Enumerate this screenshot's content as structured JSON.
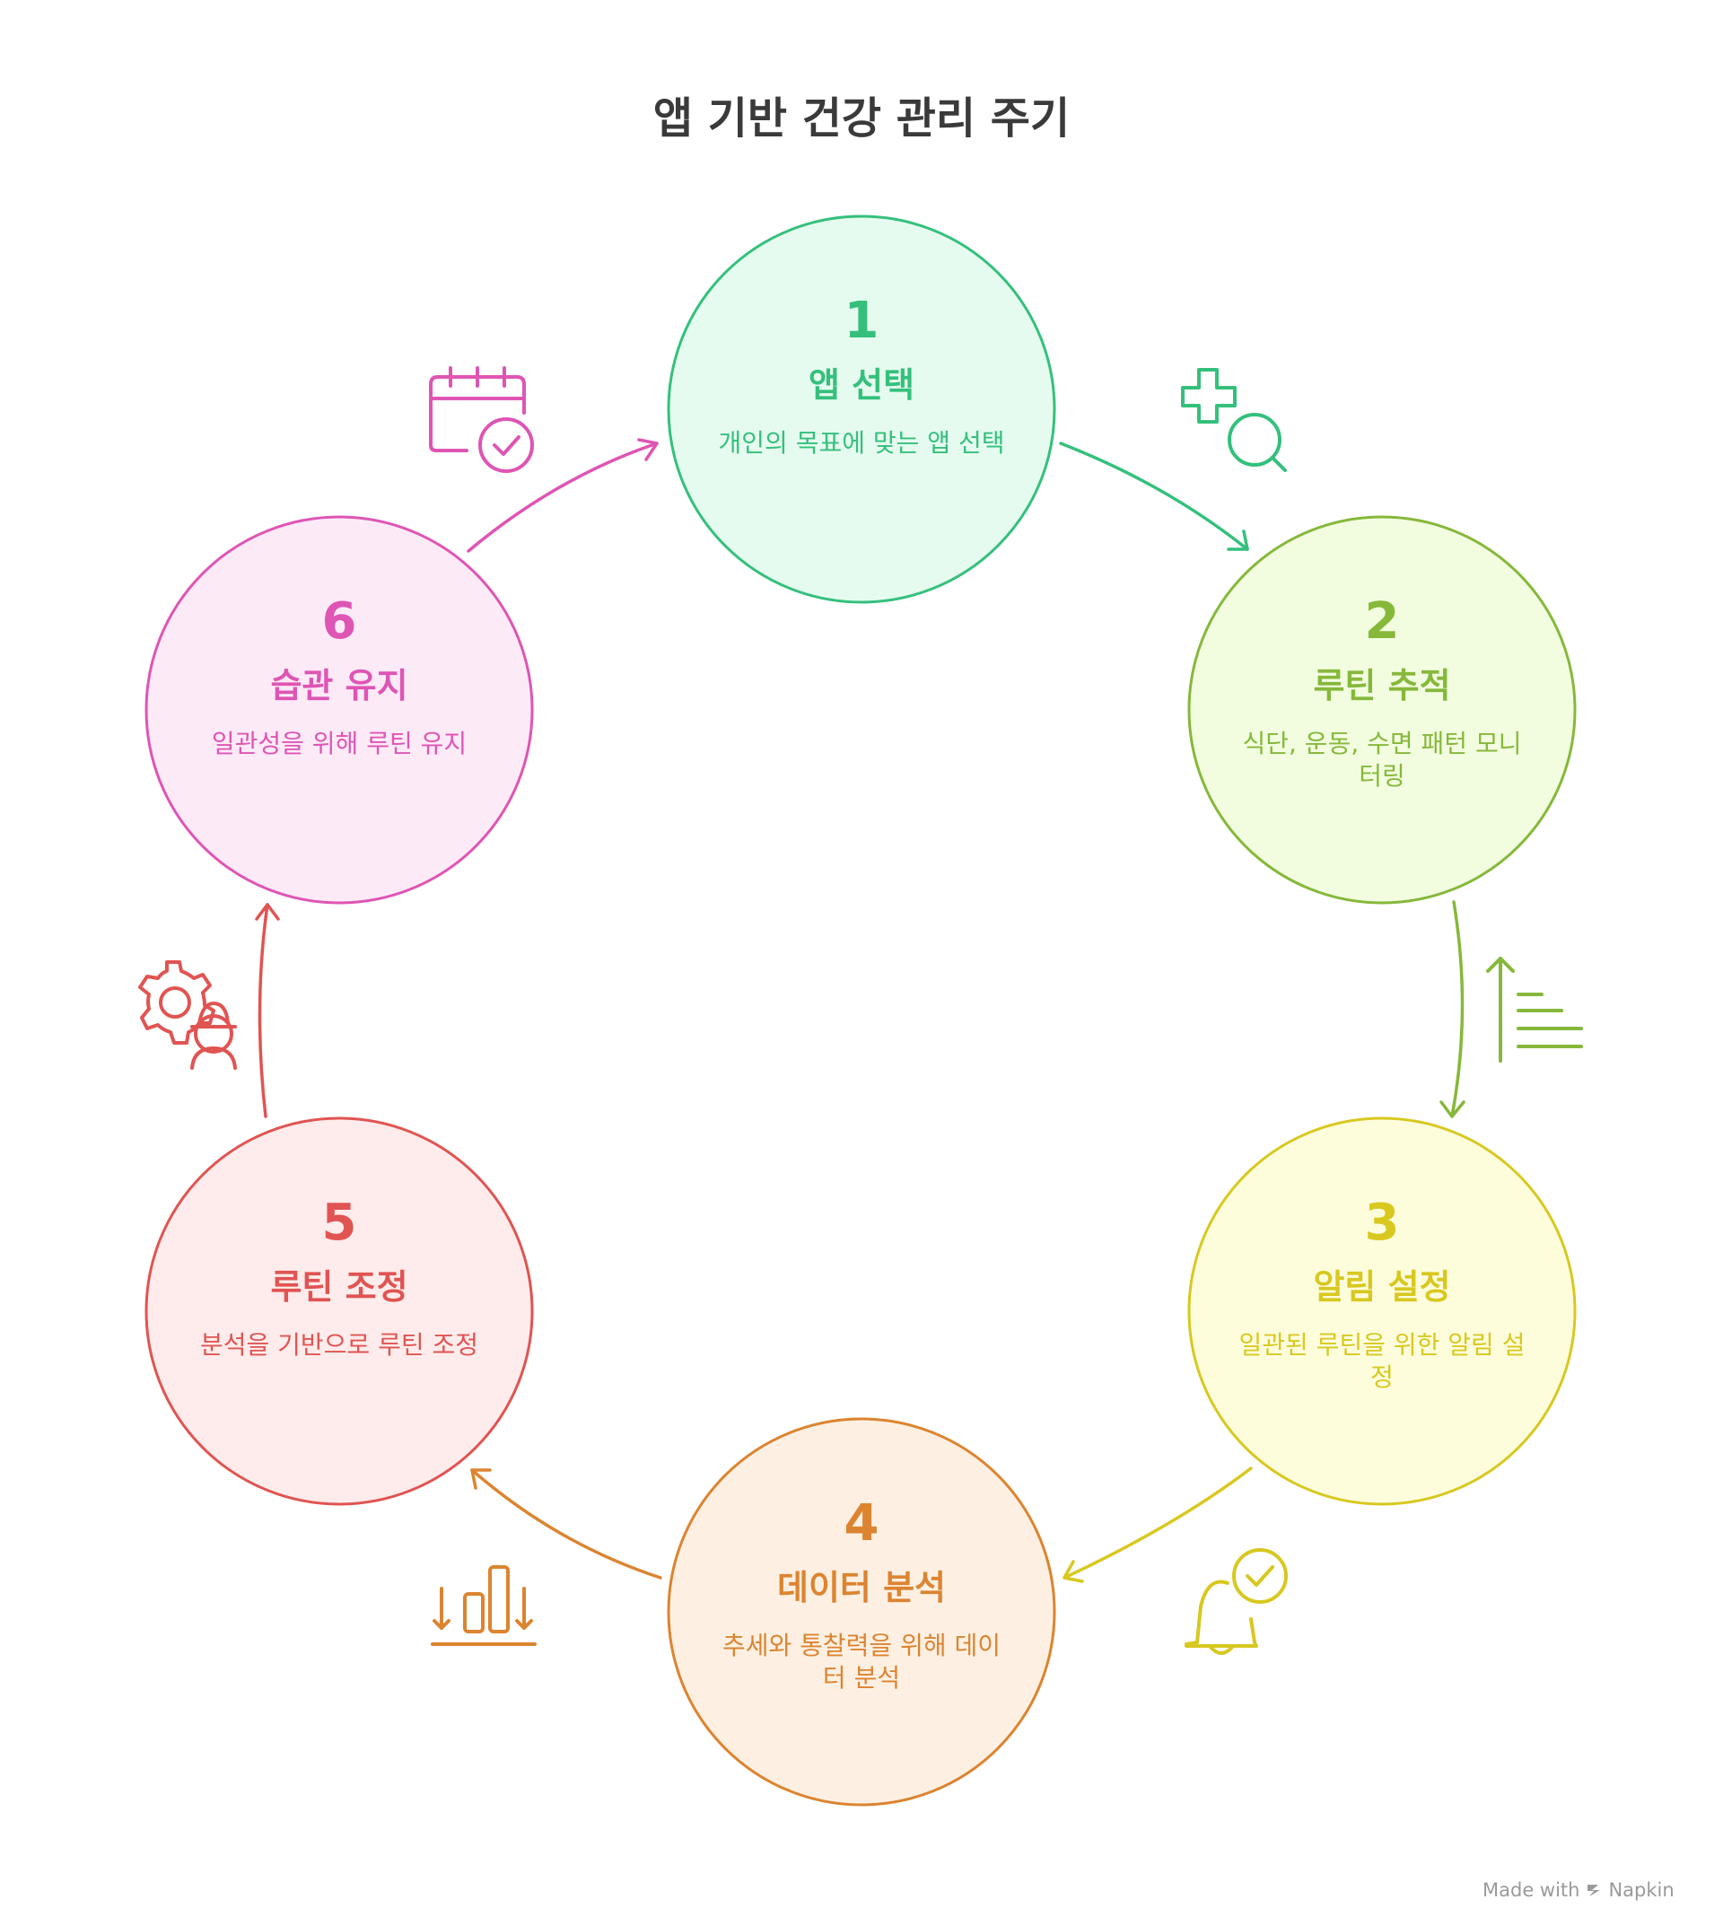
{
  "title": "앱 기반 건강 관리 주기",
  "steps": [
    {
      "number": "1",
      "title": "앱 선택",
      "description": "개인의 목표에 맞는 앱 선택",
      "color": "#34c07c",
      "fill": "#e6fbef",
      "icon": "medical-search-icon"
    },
    {
      "number": "2",
      "title": "루틴 추적",
      "description": "식단, 운동, 수면 패턴 모니터링",
      "color": "#86b83a",
      "fill": "#f2fde0",
      "icon": "progress-lines-icon"
    },
    {
      "number": "3",
      "title": "알림 설정",
      "description": "일관된 루틴을 위한 알림 설정",
      "color": "#d8c820",
      "fill": "#fdfddc",
      "icon": "bell-check-icon"
    },
    {
      "number": "4",
      "title": "데이터 분석",
      "description": "추세와 통찰력을 위해 데이터 분석",
      "color": "#dc8430",
      "fill": "#fdf0e2",
      "icon": "bar-chart-icon"
    },
    {
      "number": "5",
      "title": "루틴 조정",
      "description": "분석을 기반으로 루틴 조정",
      "color": "#e05452",
      "fill": "#fdeceb",
      "icon": "gear-worker-icon"
    },
    {
      "number": "6",
      "title": "습관 유지",
      "description": "일관성을 위해 루틴 유지",
      "color": "#de55b4",
      "fill": "#fdeaf7",
      "icon": "calendar-check-icon"
    }
  ],
  "watermark": {
    "prefix": "Made with",
    "brand": "Napkin"
  }
}
